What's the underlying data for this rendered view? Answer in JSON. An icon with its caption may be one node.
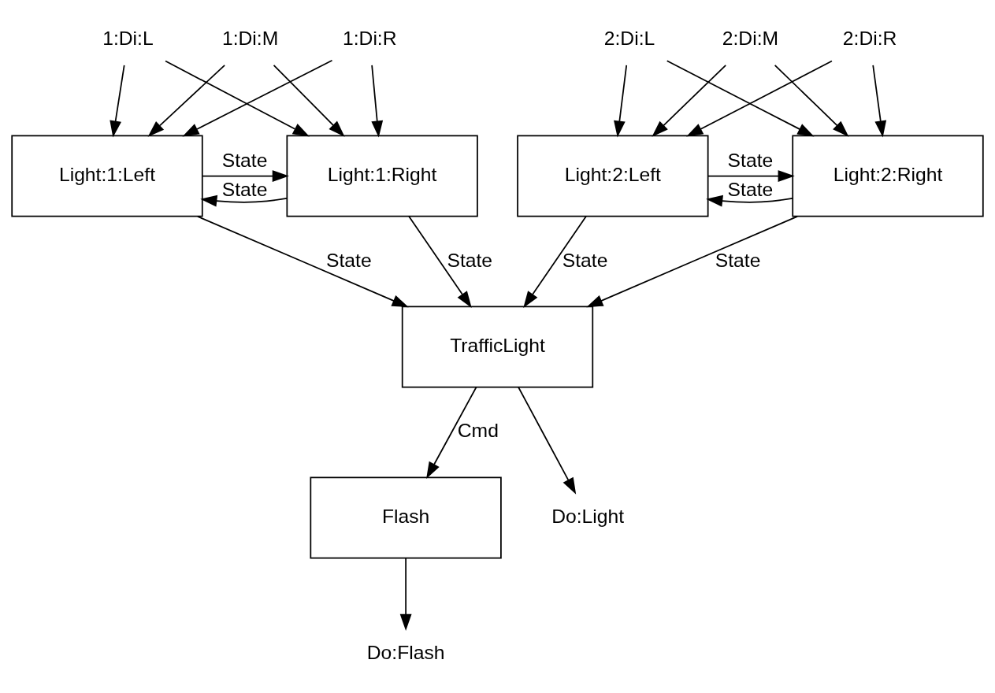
{
  "diagram": {
    "nodes": [
      {
        "text": [
          "1:Di:L"
        ]
      },
      {
        "text": [
          "1:Di:M"
        ]
      },
      {
        "text": [
          "1:Di:R"
        ]
      },
      {
        "text": [
          "2:Di:L"
        ]
      },
      {
        "text": [
          "2:Di:M"
        ]
      },
      {
        "text": [
          "2:Di:R"
        ]
      },
      {
        "text": [
          "Light:1:Left"
        ]
      },
      {
        "text": [
          "Light:1:Right"
        ]
      },
      {
        "text": [
          "Light:2:Left"
        ]
      },
      {
        "text": [
          "Light:2:Right"
        ]
      },
      {
        "text": [
          "TrafficLight"
        ]
      },
      {
        "text": [
          "Flash"
        ]
      },
      {
        "text": [
          "Do:Light"
        ]
      },
      {
        "text": [
          "Do:Flash"
        ]
      }
    ],
    "edges": [
      {
        "from": 0,
        "to": 6,
        "arrow": "to"
      },
      {
        "from": 1,
        "to": 6,
        "arrow": "to"
      },
      {
        "from": 2,
        "to": 6,
        "arrow": "to"
      },
      {
        "from": 0,
        "to": 7,
        "arrow": "to"
      },
      {
        "from": 1,
        "to": 7,
        "arrow": "to"
      },
      {
        "from": 2,
        "to": 7,
        "arrow": "to"
      },
      {
        "from": 3,
        "to": 8,
        "arrow": "to"
      },
      {
        "from": 4,
        "to": 8,
        "arrow": "to"
      },
      {
        "from": 5,
        "to": 8,
        "arrow": "to"
      },
      {
        "from": 3,
        "to": 9,
        "arrow": "to"
      },
      {
        "from": 4,
        "to": 9,
        "arrow": "to"
      },
      {
        "from": 5,
        "to": 9,
        "arrow": "to"
      },
      {
        "from": 6,
        "to": 7,
        "arrow": "to",
        "label": "State"
      },
      {
        "from": 7,
        "to": 6,
        "arrow": "to",
        "label": "State"
      },
      {
        "from": 8,
        "to": 9,
        "arrow": "to",
        "label": "State"
      },
      {
        "from": 9,
        "to": 8,
        "arrow": "to",
        "label": "State"
      },
      {
        "from": 6,
        "to": 10,
        "arrow": "to",
        "label": "State"
      },
      {
        "from": 7,
        "to": 10,
        "arrow": "to",
        "label": "State"
      },
      {
        "from": 8,
        "to": 10,
        "arrow": "to",
        "label": "State"
      },
      {
        "from": 9,
        "to": 10,
        "arrow": "to",
        "label": "State"
      },
      {
        "from": 10,
        "to": 12,
        "arrow": "to"
      },
      {
        "from": 10,
        "to": 11,
        "arrow": "to",
        "label": "Cmd"
      },
      {
        "from": 11,
        "to": 13,
        "arrow": "to"
      }
    ]
  }
}
